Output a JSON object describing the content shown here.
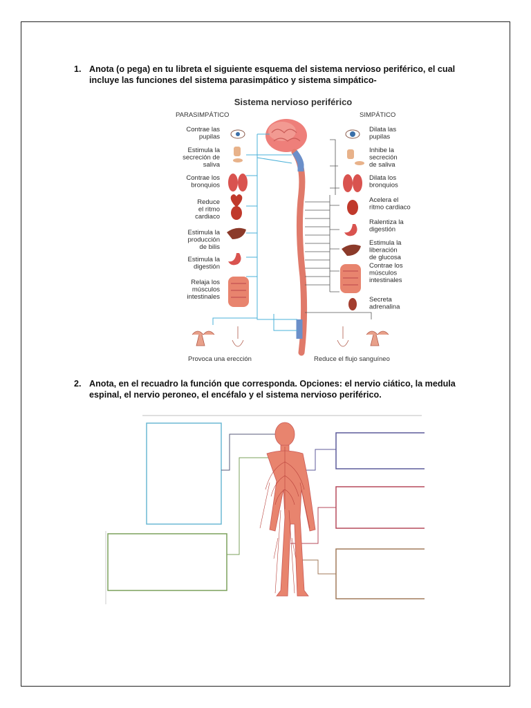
{
  "questions": [
    {
      "number": "1.",
      "text": "Anota (o pega) en tu libreta el siguiente esquema del sistema nervioso periférico, el cual incluye las funciones del sistema parasimpático y sistema simpático-"
    },
    {
      "number": "2.",
      "text": "Anota, en el recuadro la función que corresponda. Opciones: el nervio ciático, la medula espinal, el nervio peroneo, el encéfalo y el sistema nervioso periférico."
    }
  ],
  "diagram1": {
    "title": "Sistema nervioso periférico",
    "left_header": "PARASIMPÁTICO",
    "right_header": "SIMPÁTICO",
    "left_items": [
      [
        "Contrae las",
        "pupilas"
      ],
      [
        "Estimula la",
        "secreción de",
        "saliva"
      ],
      [
        "Contrae los",
        "bronquios"
      ],
      [
        "Reduce",
        "el ritmo",
        "cardiaco"
      ],
      [
        "Estimula la",
        "producción",
        "de bilis"
      ],
      [
        "Estimula la",
        "digestión"
      ],
      [
        "Relaja los",
        "músculos",
        "intestinales"
      ]
    ],
    "right_items": [
      [
        "Dilata las",
        "pupilas"
      ],
      [
        "Inhibe la",
        "secreción",
        "de saliva"
      ],
      [
        "Dilata los",
        "bronquios"
      ],
      [
        "Acelera el",
        "ritmo cardiaco"
      ],
      [
        "Ralentiza la",
        "digestión"
      ],
      [
        "Estimula la",
        "liberación",
        "de glucosa"
      ],
      [
        "Contrae los",
        "músculos",
        "intestinales"
      ],
      [
        "Secreta",
        "adrenalina"
      ]
    ],
    "left_bottom": "Provoca una erección",
    "right_bottom": "Reduce el flujo sanguíneo",
    "colors": {
      "title": "#333333",
      "text": "#2a2a2a",
      "parasympathetic_line": "#4ab0d8",
      "sympathetic_line": "#555555",
      "organ": "#d9534f",
      "spine": "#e07a6a"
    }
  },
  "diagram2": {
    "boxes": [
      {
        "name": "top-left",
        "color": "#6bb8d4"
      },
      {
        "name": "bottom-left",
        "color": "#7ba05b"
      },
      {
        "name": "top-right",
        "color": "#5c5a9a"
      },
      {
        "name": "middle-right",
        "color": "#b5485a"
      },
      {
        "name": "bottom-right",
        "color": "#a07a5a"
      }
    ],
    "body_color": "#e8846e"
  }
}
